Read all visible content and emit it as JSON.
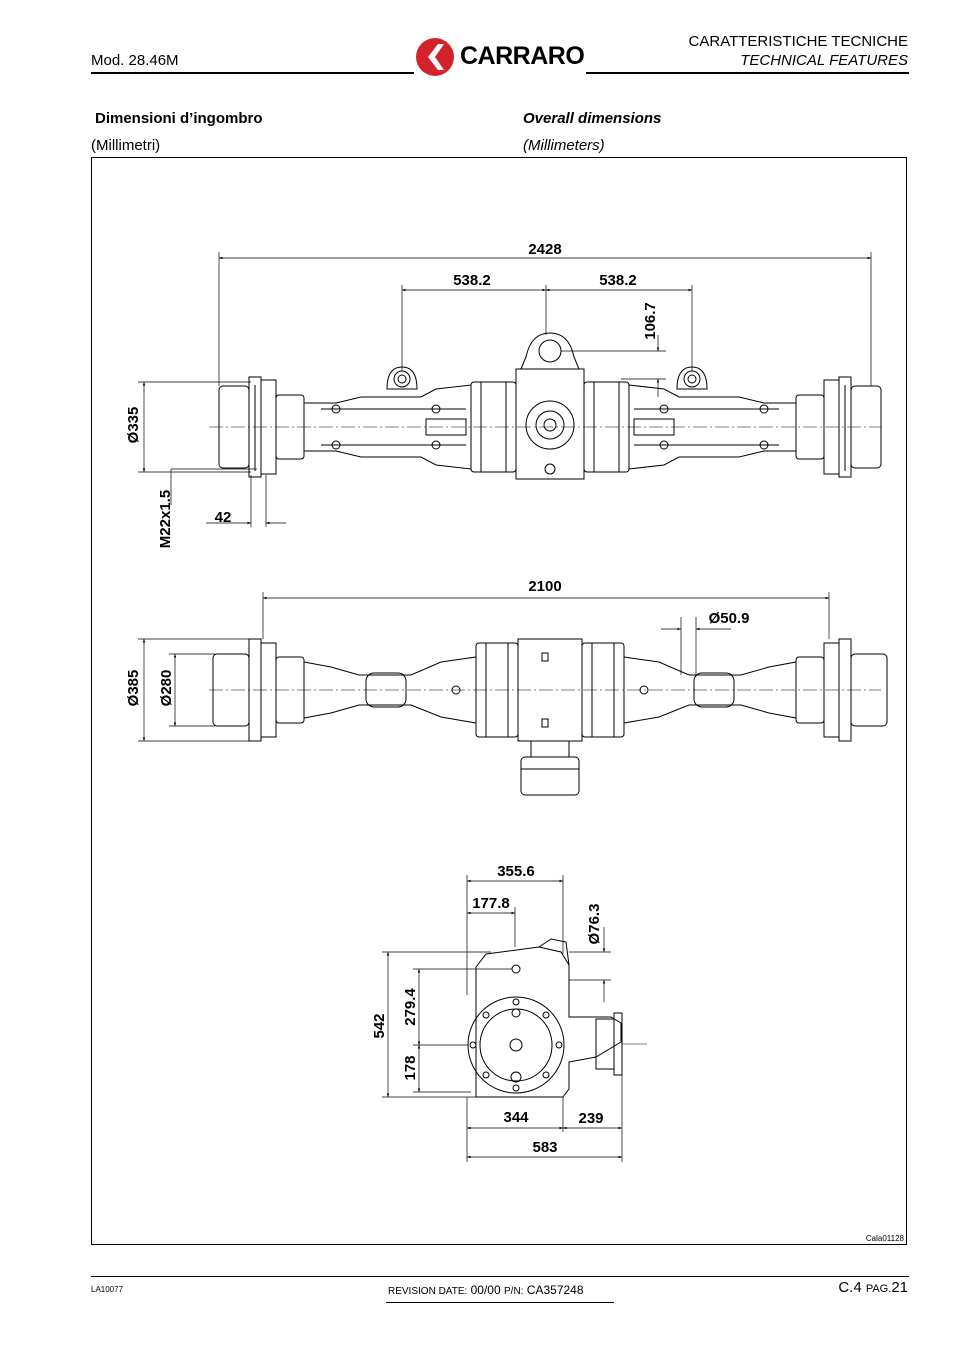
{
  "header": {
    "model": "Mod. 28.46M",
    "brand": "CARRARO",
    "section_it": "CARATTERISTICHE TECNICHE",
    "section_en": "TECHNICAL FEATURES"
  },
  "titles": {
    "it": "Dimensioni d’ingombro",
    "en": "Overall dimensions",
    "units_it": "(Millimetri)",
    "units_en": "(Millimeters)"
  },
  "dimensions": {
    "top": {
      "overall": "2428",
      "left_half": "538.2",
      "right_half": "538.2",
      "height": "106.7",
      "dia_flange": "Ø335",
      "thread": "M22x1.5",
      "offset": "42"
    },
    "middle": {
      "overall": "2100",
      "dia_pin": "Ø50.9",
      "dia_outer": "Ø385",
      "dia_inner": "Ø280"
    },
    "side": {
      "width": "355.6",
      "half": "177.8",
      "dia_input": "Ø76.3",
      "height": "542",
      "upper": "279.4",
      "lower": "178",
      "base": "344",
      "projection": "239",
      "total": "583"
    }
  },
  "drawing_ref": "Cala01128",
  "footer": {
    "code": "LA10077",
    "revision_label": "REVISION DATE:",
    "revision_value": "00/00",
    "pn_label": "P/N:",
    "pn_value": "CA357248",
    "section": "C.4",
    "page_label": "PAG.",
    "page_number": "21"
  }
}
